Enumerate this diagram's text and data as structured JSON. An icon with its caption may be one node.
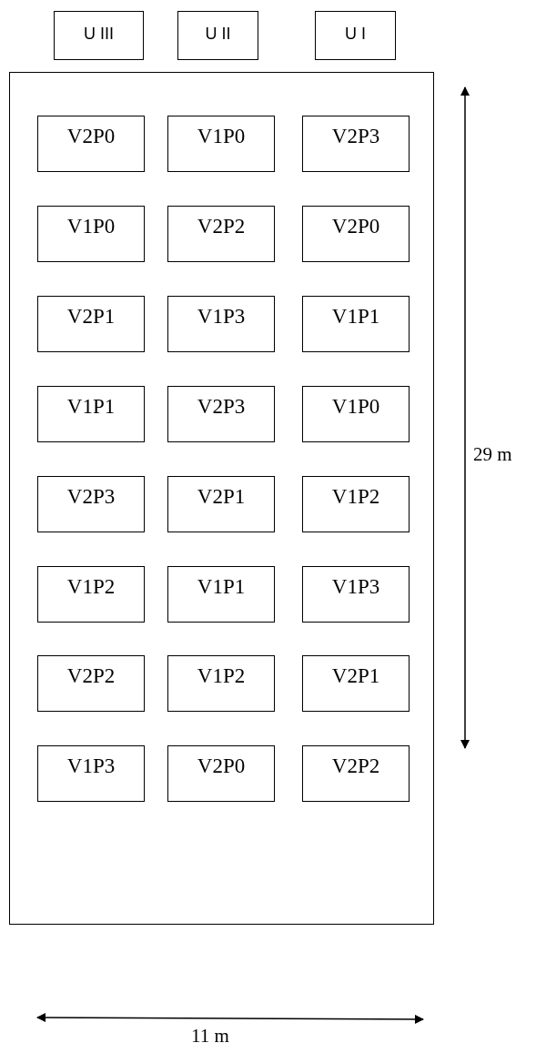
{
  "diagram": {
    "nodes": [
      {
        "text": [
          "U III"
        ]
      },
      {
        "text": [
          "U II"
        ]
      },
      {
        "text": [
          "U I"
        ]
      },
      {
        "text": [],
        "shape": "box"
      },
      {
        "text": [
          "V2P0"
        ],
        "in": 3
      },
      {
        "text": [
          "V1P0"
        ],
        "in": 3
      },
      {
        "text": [
          "V2P3"
        ],
        "in": 3
      },
      {
        "text": [
          "V1P0"
        ],
        "in": 3
      },
      {
        "text": [
          "V2P2"
        ],
        "in": 3
      },
      {
        "text": [
          "V2P0"
        ],
        "in": 3
      },
      {
        "text": [
          "V2P1"
        ],
        "in": 3
      },
      {
        "text": [
          "V1P3"
        ],
        "in": 3
      },
      {
        "text": [
          "V1P1"
        ],
        "in": 3
      },
      {
        "text": [
          "V1P1"
        ],
        "in": 3
      },
      {
        "text": [
          "V2P3"
        ],
        "in": 3
      },
      {
        "text": [
          "V1P0"
        ],
        "in": 3
      },
      {
        "text": [
          "V2P3"
        ],
        "in": 3
      },
      {
        "text": [
          "V2P1"
        ],
        "in": 3
      },
      {
        "text": [
          "V1P2"
        ],
        "in": 3
      },
      {
        "text": [
          "V1P2"
        ],
        "in": 3
      },
      {
        "text": [
          "V1P1"
        ],
        "in": 3
      },
      {
        "text": [
          "V1P3"
        ],
        "in": 3
      },
      {
        "text": [
          "V2P2"
        ],
        "in": 3
      },
      {
        "text": [
          "V1P2"
        ],
        "in": 3
      },
      {
        "text": [
          "V2P1"
        ],
        "in": 3
      },
      {
        "text": [
          "V1P3"
        ],
        "in": 3
      },
      {
        "text": [
          "V2P0"
        ],
        "in": 3
      },
      {
        "text": [
          "V2P2"
        ],
        "in": 3
      }
    ],
    "edges": [],
    "labels": [
      "29 m",
      "11 m"
    ]
  }
}
